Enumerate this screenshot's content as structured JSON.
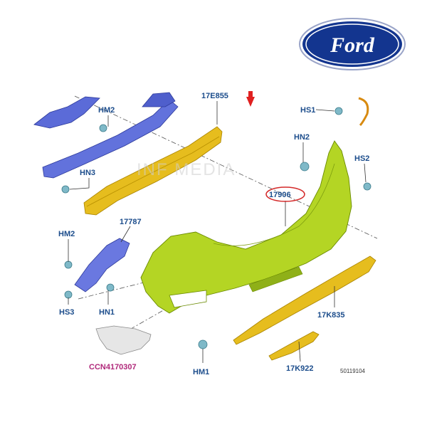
{
  "brand": {
    "logo_text": "Ford",
    "logo_color": "#13358f"
  },
  "watermark": "INF  MEDIA",
  "colors": {
    "yellow": "#e6bd1e",
    "green": "#b4d524",
    "blue": "#5b6bd8",
    "label": "#1c4d8c",
    "pink_label": "#b0287a",
    "callout_ring": "#d42a2a"
  },
  "parts": {
    "hm2_top": "HM2",
    "hs1": "HS1",
    "reinforcement": "17E855",
    "hn2": "HN2",
    "hs2": "HS2",
    "hn3": "HN3",
    "bumper_cover": "17906",
    "bracket": "17787",
    "hm2_left": "HM2",
    "hs3": "HS3",
    "hn1": "HN1",
    "valance": "17K835",
    "deflector": "CCN4170307",
    "hm1": "HM1",
    "strip": "17K922"
  },
  "diagram_code": "50119104"
}
